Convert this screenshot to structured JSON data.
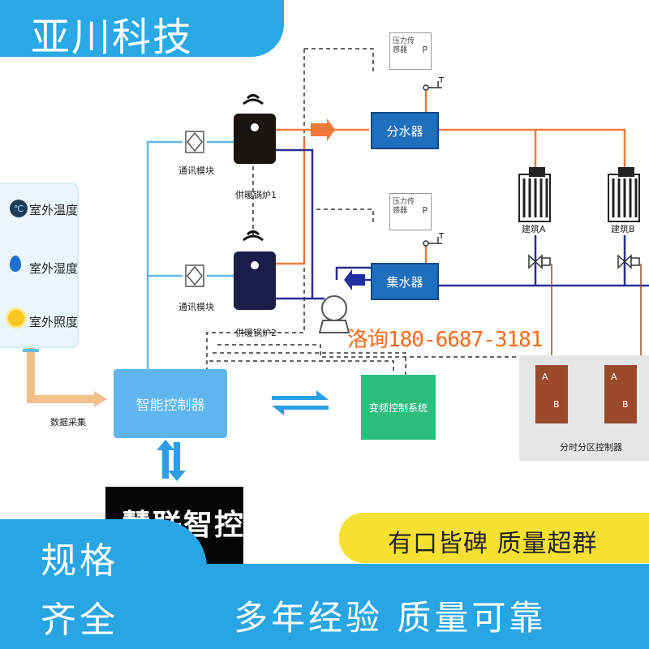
{
  "brand": {
    "name": "亚川科技"
  },
  "sensors": {
    "items": [
      {
        "label": "室外温度",
        "icon": "thermometer-icon",
        "icon_glyph": "℃"
      },
      {
        "label": "室外湿度",
        "icon": "water-drop-icon"
      },
      {
        "label": "室外照度",
        "icon": "sun-icon"
      }
    ]
  },
  "diagram": {
    "comm_module_1": "通讯模块",
    "comm_module_2": "通讯模块",
    "boiler_1": "供暖锅炉1",
    "boiler_2": "供暖锅炉2",
    "pressure_sensor_1": "压力传感器",
    "pressure_sensor_2": "压力传感器",
    "p_mark": "P",
    "t_mark": "T",
    "distributor": "分水器",
    "collector": "集水器",
    "building_a": "建筑A",
    "building_b": "建筑B",
    "data_collection": "数据采集",
    "controller": "智能控制器",
    "vfd": "变频控制系统",
    "zone_controller": "分时分区控制器",
    "zone_a": "A",
    "zone_b": "B"
  },
  "consult": {
    "text": "洛询180-6687-3181"
  },
  "overlay": {
    "black_text": "慧联智控",
    "yellow_slogan": "有口皆碑  质量超群",
    "left_slogan_1": "规格",
    "left_slogan_2": "齐全",
    "bottom_slogan": "多年经验  质量可靠"
  },
  "colors": {
    "brand_blue": "#29a8e6",
    "pipe_orange": "#f07a3a",
    "pipe_blue": "#2a2f8f",
    "controller_blue": "#5fb6ef",
    "vfd_green": "#2dbd7f",
    "accent_yellow": "#f6e133",
    "zone_brown": "#9a4a2a"
  }
}
